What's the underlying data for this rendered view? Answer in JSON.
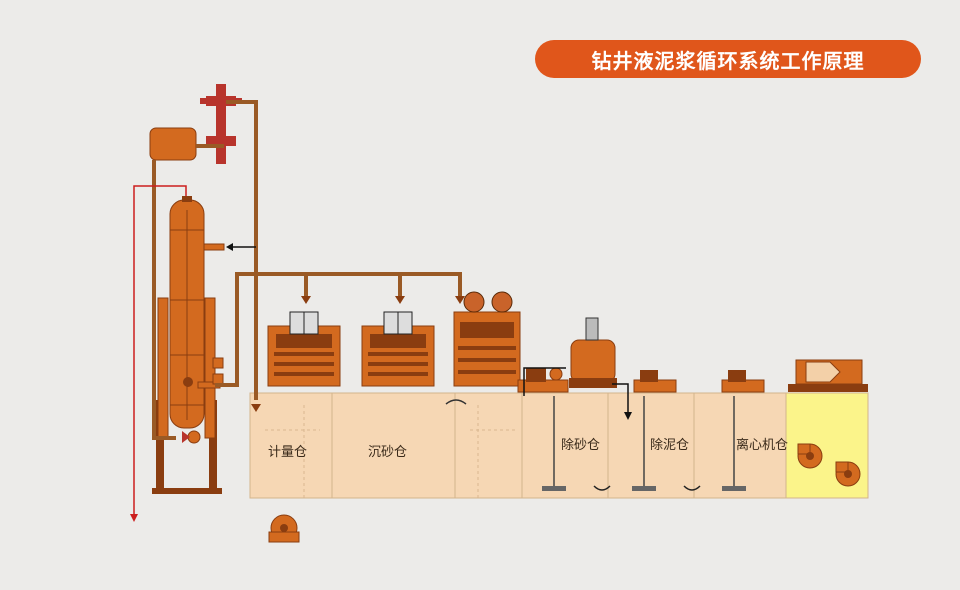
{
  "title": "钻井液泥浆循环系统工作原理",
  "colors": {
    "title_bg": "#e0561b",
    "background": "#ecebe9",
    "tank_fill": "#f6d7b4",
    "tank_border": "#d3b48c",
    "centrifuge_tank": "#fbf48a",
    "equipment": "#d36a1f",
    "equipment_dark": "#8a3d10",
    "pipe": "#9a5a25",
    "return_line": "#cc1e1e",
    "valve": "#b8342c"
  },
  "tanks": [
    {
      "id": "metering",
      "label": "计量仓"
    },
    {
      "id": "sand_settling",
      "label": "沉砂仓"
    },
    {
      "id": "desander",
      "label": "除砂仓"
    },
    {
      "id": "desilter",
      "label": "除泥仓"
    },
    {
      "id": "centrifuge",
      "label": "离心机仓"
    }
  ],
  "icons": {
    "flow_arrow": "arrow-down-icon",
    "agitator": "agitator-icon",
    "pump": "centrifugal-pump-icon",
    "valve": "valve-icon"
  }
}
